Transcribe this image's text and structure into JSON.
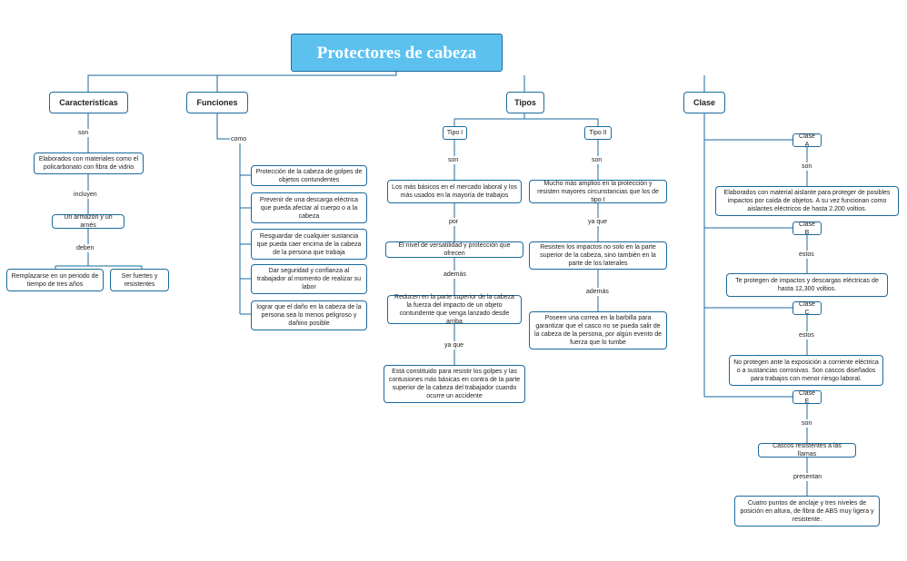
{
  "title": "Protectores de cabeza",
  "categories": {
    "caracteristicas": "Características",
    "funciones": "Funciones",
    "tipos": "Tipos",
    "clase": "Clase"
  },
  "caracteristicas": {
    "link_son": "son",
    "materiales": "Elaborados con materiales como el policarbonato con fibra de vidrio",
    "link_incluyen": "incluyen",
    "armazon": "Un armazón y un arnés",
    "link_deben": "deben",
    "reemplazarse": "Remplazarse en un periodo de tiempo de tres años",
    "fuertes": "Ser fuertes y resistentes"
  },
  "funciones": {
    "link_como": "como",
    "items": [
      "Protección de la cabeza de golpes de objetos contundentes",
      "Prevenir de una descarga eléctrica que pueda afectar al cuerpo o a la cabeza",
      "Resguardar de cualquier sustancia que pueda caer encima de la cabeza de la persona que trabaja",
      "Dar seguridad y confianza al trabajador al momento de realizar su labor",
      "lograr que el daño en la cabeza de la persona sea lo menos peligroso y dañino posible"
    ]
  },
  "tipos": {
    "tipo1": {
      "label": "Tipo I",
      "link_son": "son",
      "desc": "Los más básicos en el mercado laboral y los más usados en la mayoría de trabajos",
      "link_por": "por",
      "versatilidad": "El nivel de versatilidad y protección que ofrecen",
      "link_ademas": "además",
      "reducen": "Reducen en la parte superior de la cabeza la fuerza del impacto de un objeto contundente que venga lanzado desde arriba",
      "link_ya_que": "ya que",
      "constituido": "Está constituido para resistir los golpes y las contusiones más básicas en contra de la parte superior de la cabeza del trabajador cuando ocurre un accidente"
    },
    "tipo2": {
      "label": "Tipo II",
      "link_son": "son",
      "desc": "Mucho más amplios en la protección y resisten mayores circunstancias que los de tipo I",
      "link_ya_que": "ya que",
      "resisten": "Resisten los impactos no solo en la parte superior de la cabeza, sino también en la parte de los laterales",
      "link_ademas": "además",
      "correa": "Poseen una correa en la barbilla para garantizar que el casco no se pueda salir de la cabeza de la persona, por algún evento de fuerza que lo tumbe"
    }
  },
  "clase": {
    "a": {
      "label": "Clase A",
      "link": "son",
      "desc": "Elaborados con material aislante para proteger de posibles impactos por caída de objetos. A su vez funcionan como aislantes eléctricos de hasta 2.200 voltios."
    },
    "b": {
      "label": "Clase B",
      "link": "estos",
      "desc": "Te protegen de impactos y descargas eléctricas de hasta 12,300 voltios."
    },
    "c": {
      "label": "Clase C",
      "link": "estos",
      "desc": "No protegen ante la exposición a corriente eléctrica o a sustancias corrosivas. Son cascos diseñados para trabajos con menor riesgo laboral."
    },
    "e": {
      "label": "Clase E",
      "link_son": "son",
      "cascos": "Cascos resistentes a las llamas",
      "link_presentan": "presentan",
      "desc": "Cuatro puntos de anclaje y tres niveles de posición en altura, de fibra de ABS muy ligera y resistente."
    }
  },
  "colors": {
    "title_fill": "#5cc1ef",
    "border": "#1b6a9e",
    "line": "#1b6a9e"
  }
}
